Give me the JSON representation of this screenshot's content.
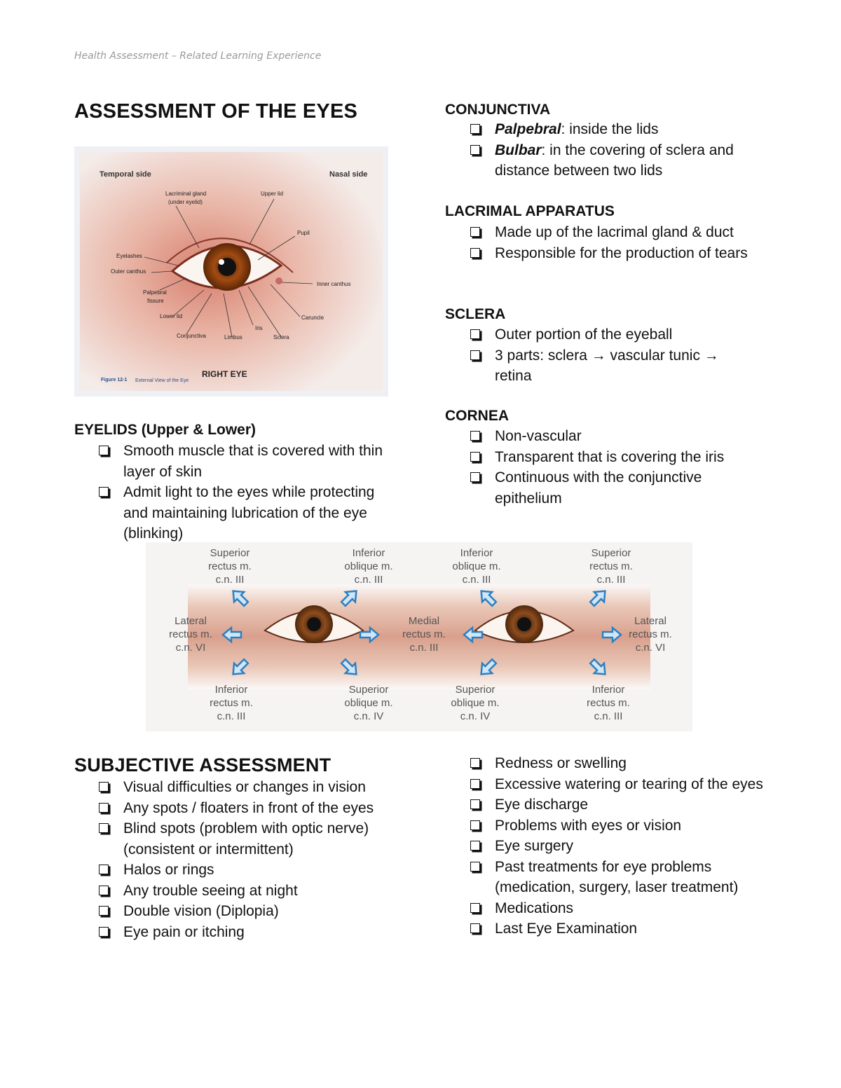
{
  "header": "Health Assessment – Related Learning Experience",
  "title": "ASSESSMENT OF THE EYES",
  "eye_figure": {
    "temporal": "Temporal side",
    "nasal": "Nasal side",
    "lacrimal1": "Lacriminal gland",
    "lacrimal2": "(under eyelid)",
    "upper_lid": "Upper lid",
    "pupil": "Pupil",
    "eyelashes": "Eyelashes",
    "outer_canthus": "Outer canthus",
    "palpebral1": "Palpebral",
    "palpebral2": "fissure",
    "inner_canthus": "Inner canthus",
    "lower_lid": "Lower lid",
    "iris": "Iris",
    "caruncle": "Caruncle",
    "conjunctiva": "Conjunctiva",
    "limbus": "Limbus",
    "sclera": "Sclera",
    "right_eye": "RIGHT EYE",
    "caption_num": "Figure 12-1",
    "caption_text": "External View of the Eye"
  },
  "eyelids": {
    "heading": "EYELIDS (Upper & Lower)",
    "items": [
      "Smooth muscle that is covered with thin layer of skin",
      "Admit light to the eyes while protecting and maintaining lubrication of the eye (blinking)"
    ]
  },
  "conjunctiva": {
    "heading": "CONJUNCTIVA",
    "item1_term": "Palpebral",
    "item1_text": ": inside the lids",
    "item2_term": "Bulbar",
    "item2_text": ": in the covering of sclera and distance between two lids"
  },
  "lacrimal": {
    "heading": "LACRIMAL APPARATUS",
    "items": [
      "Made up of the lacrimal gland & duct",
      "Responsible for the production of tears"
    ]
  },
  "sclera": {
    "heading": "SCLERA",
    "items": [
      "Outer portion of the eyeball",
      "3 parts: sclera → vascular tunic → retina"
    ]
  },
  "cornea": {
    "heading": "CORNEA",
    "items": [
      "Non-vascular",
      "Transparent that is covering the iris",
      "Continuous with the conjunctive epithelium"
    ]
  },
  "muscle_figure": {
    "labels": [
      [
        "Superior",
        "rectus m.",
        "c.n. III"
      ],
      [
        "Inferior",
        "oblique m.",
        "c.n. III"
      ],
      [
        "Inferior",
        "oblique m.",
        "c.n. III"
      ],
      [
        "Superior",
        "rectus m.",
        "c.n. III"
      ],
      [
        "Lateral",
        "rectus m.",
        "c.n. VI"
      ],
      [
        "Medial",
        "rectus m.",
        "c.n. III"
      ],
      [
        "Lateral",
        "rectus m.",
        "c.n. VI"
      ],
      [
        "Inferior",
        "rectus m.",
        "c.n. III"
      ],
      [
        "Superior",
        "oblique m.",
        "c.n. IV"
      ],
      [
        "Superior",
        "oblique m.",
        "c.n. IV"
      ],
      [
        "Inferior",
        "rectus m.",
        "c.n. III"
      ]
    ]
  },
  "subjective": {
    "heading": "SUBJECTIVE ASSESSMENT",
    "left_items": [
      "Visual difficulties or changes in vision",
      "Any spots / floaters in front of the eyes",
      "Blind spots (problem with optic nerve) (consistent or intermittent)",
      "Halos or rings",
      "Any trouble seeing at night",
      "Double vision (Diplopia)",
      "Eye pain or itching"
    ],
    "right_items": [
      "Redness or swelling",
      "Excessive watering or tearing of the eyes",
      "Eye discharge",
      "Problems with eyes or vision",
      "Eye surgery",
      "Past treatments for eye problems (medication, surgery, laser treatment)",
      "Medications",
      "Last Eye Examination"
    ]
  }
}
